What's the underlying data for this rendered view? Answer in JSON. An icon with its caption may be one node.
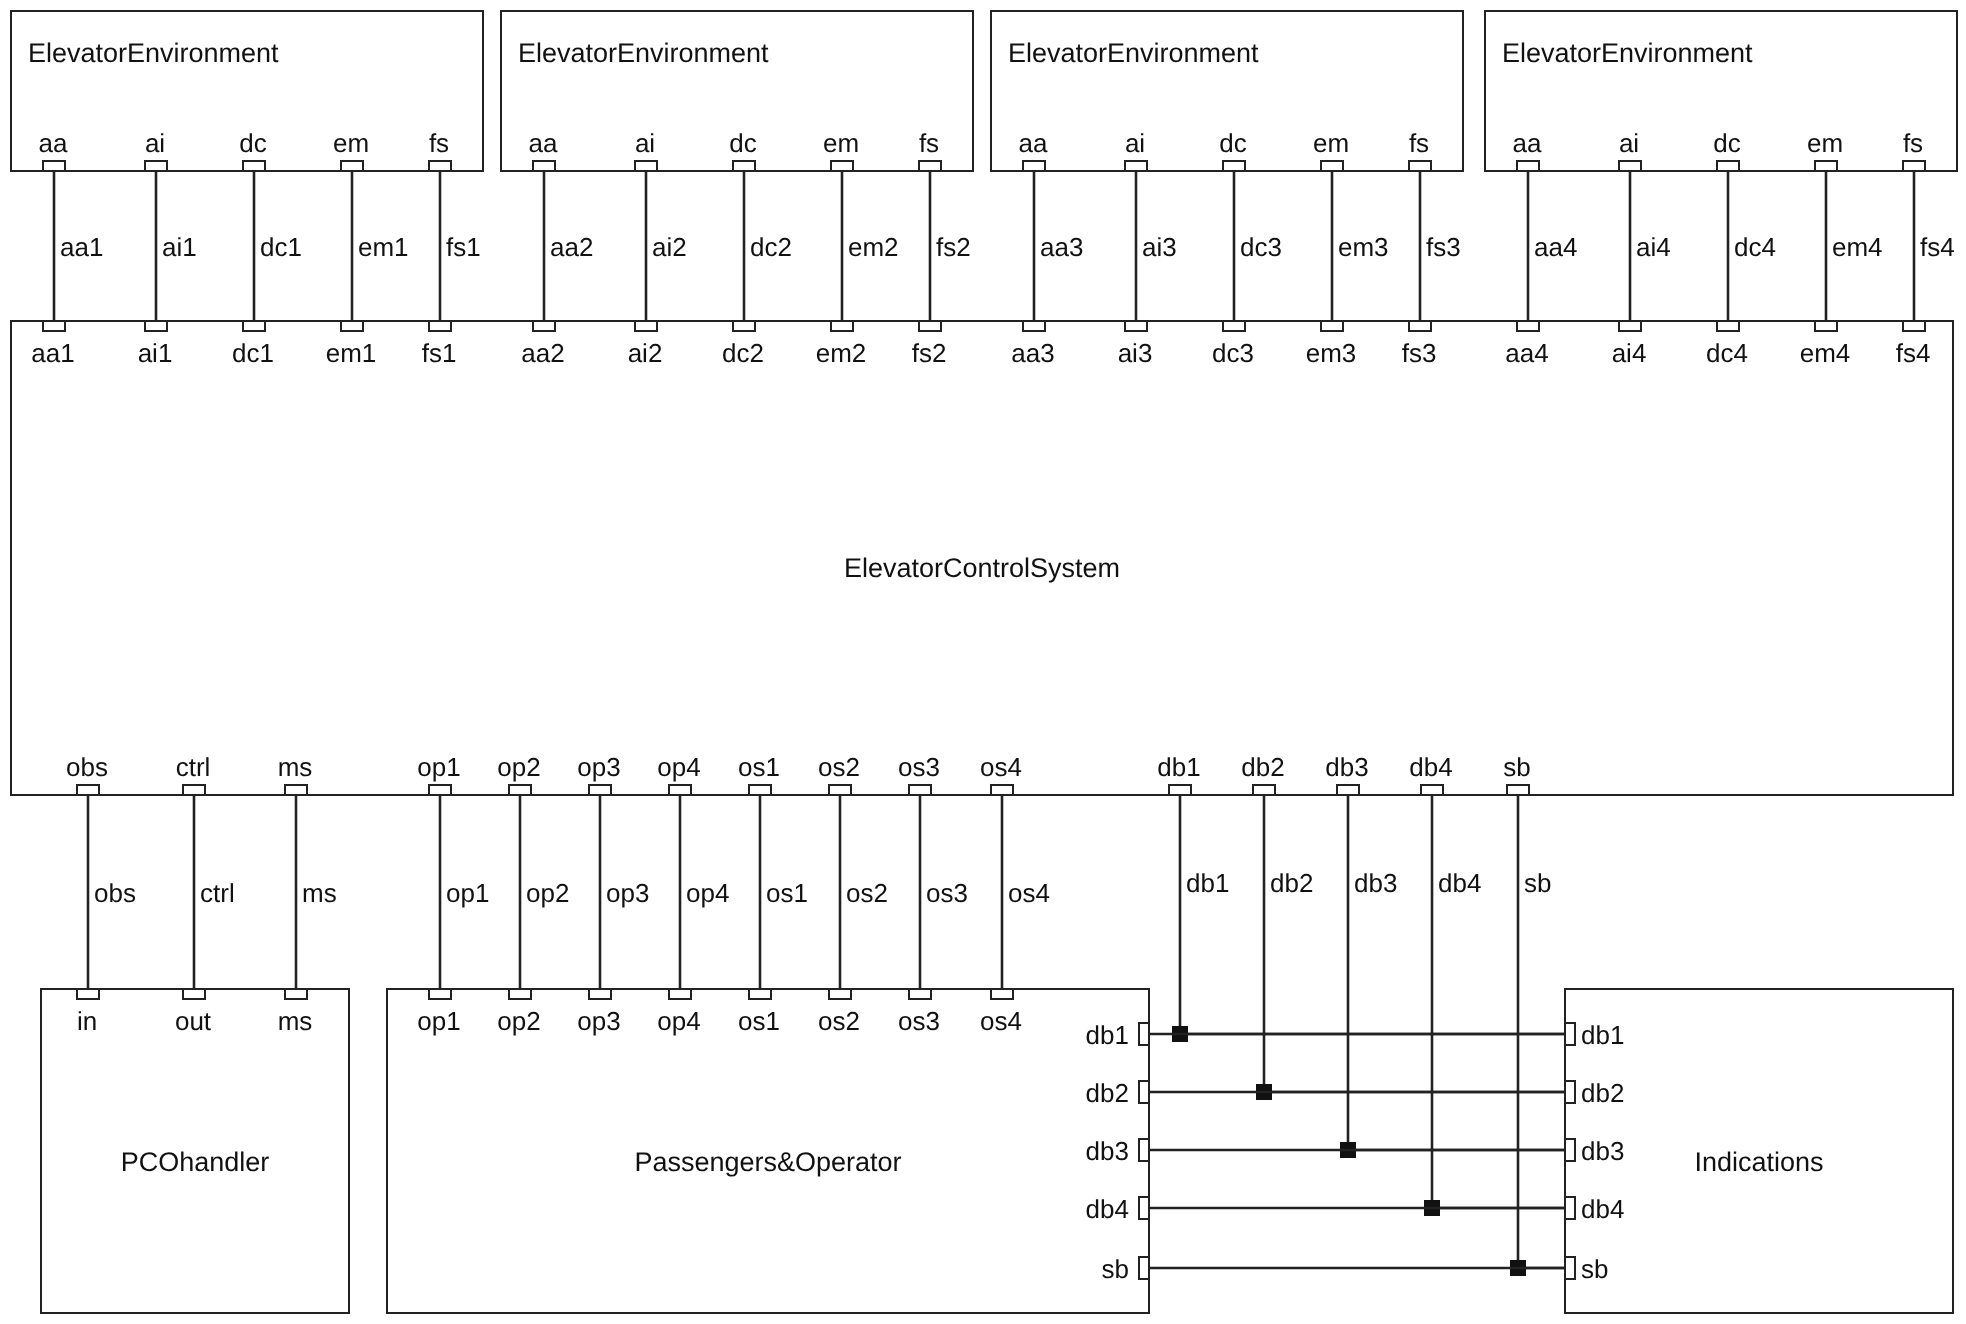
{
  "diagram": {
    "nodes": [
      {
        "text": [
          "ElevatorEnvironment"
        ]
      },
      {
        "text": [],
        "shape": "box",
        "beside": [
          "aa"
        ],
        "in": 0
      },
      {
        "text": [],
        "shape": "box",
        "beside": [
          "ai"
        ],
        "in": 0
      },
      {
        "text": [],
        "shape": "box",
        "beside": [
          "dc"
        ],
        "in": 0
      },
      {
        "text": [],
        "shape": "box",
        "beside": [
          "em"
        ],
        "in": 0
      },
      {
        "text": [],
        "shape": "box",
        "beside": [
          "fs"
        ],
        "in": 0
      },
      {
        "text": [
          "ElevatorEnvironment"
        ]
      },
      {
        "text": [],
        "shape": "box",
        "beside": [
          "aa"
        ],
        "in": 6
      },
      {
        "text": [],
        "shape": "box",
        "beside": [
          "ai"
        ],
        "in": 6
      },
      {
        "text": [],
        "shape": "box",
        "beside": [
          "dc"
        ],
        "in": 6
      },
      {
        "text": [],
        "shape": "box",
        "beside": [
          "em"
        ],
        "in": 6
      },
      {
        "text": [],
        "shape": "box",
        "beside": [
          "fs"
        ],
        "in": 6
      },
      {
        "text": [
          "ElevatorEnvironment"
        ]
      },
      {
        "text": [],
        "shape": "box",
        "beside": [
          "aa"
        ],
        "in": 12
      },
      {
        "text": [],
        "shape": "box",
        "beside": [
          "ai"
        ],
        "in": 12
      },
      {
        "text": [],
        "shape": "box",
        "beside": [
          "dc"
        ],
        "in": 12
      },
      {
        "text": [],
        "shape": "box",
        "beside": [
          "em"
        ],
        "in": 12
      },
      {
        "text": [],
        "shape": "box",
        "beside": [
          "fs"
        ],
        "in": 12
      },
      {
        "text": [
          "ElevatorEnvironment"
        ]
      },
      {
        "text": [],
        "shape": "box",
        "beside": [
          "aa"
        ],
        "in": 18
      },
      {
        "text": [],
        "shape": "box",
        "beside": [
          "ai"
        ],
        "in": 18
      },
      {
        "text": [],
        "shape": "box",
        "beside": [
          "dc"
        ],
        "in": 18
      },
      {
        "text": [],
        "shape": "box",
        "beside": [
          "em"
        ],
        "in": 18
      },
      {
        "text": [],
        "shape": "box",
        "beside": [
          "fs"
        ],
        "in": 18
      },
      {
        "text": [
          "ElevatorControlSystem"
        ]
      },
      {
        "text": [],
        "shape": "box",
        "beside": [
          "aa1"
        ],
        "in": 24
      },
      {
        "text": [],
        "shape": "box",
        "beside": [
          "ai1"
        ],
        "in": 24
      },
      {
        "text": [],
        "shape": "box",
        "beside": [
          "dc1"
        ],
        "in": 24
      },
      {
        "text": [],
        "shape": "box",
        "beside": [
          "em1"
        ],
        "in": 24
      },
      {
        "text": [],
        "shape": "box",
        "beside": [
          "fs1"
        ],
        "in": 24
      },
      {
        "text": [],
        "shape": "box",
        "beside": [
          "aa2"
        ],
        "in": 24
      },
      {
        "text": [],
        "shape": "box",
        "beside": [
          "ai2"
        ],
        "in": 24
      },
      {
        "text": [],
        "shape": "box",
        "beside": [
          "dc2"
        ],
        "in": 24
      },
      {
        "text": [],
        "shape": "box",
        "beside": [
          "em2"
        ],
        "in": 24
      },
      {
        "text": [],
        "shape": "box",
        "beside": [
          "fs2"
        ],
        "in": 24
      },
      {
        "text": [],
        "shape": "box",
        "beside": [
          "aa3"
        ],
        "in": 24
      },
      {
        "text": [],
        "shape": "box",
        "beside": [
          "ai3"
        ],
        "in": 24
      },
      {
        "text": [],
        "shape": "box",
        "beside": [
          "dc3"
        ],
        "in": 24
      },
      {
        "text": [],
        "shape": "box",
        "beside": [
          "em3"
        ],
        "in": 24
      },
      {
        "text": [],
        "shape": "box",
        "beside": [
          "fs3"
        ],
        "in": 24
      },
      {
        "text": [],
        "shape": "box",
        "beside": [
          "aa4"
        ],
        "in": 24
      },
      {
        "text": [],
        "shape": "box",
        "beside": [
          "ai4"
        ],
        "in": 24
      },
      {
        "text": [],
        "shape": "box",
        "beside": [
          "dc4"
        ],
        "in": 24
      },
      {
        "text": [],
        "shape": "box",
        "beside": [
          "em4"
        ],
        "in": 24
      },
      {
        "text": [],
        "shape": "box",
        "beside": [
          "fs4"
        ],
        "in": 24
      },
      {
        "text": [],
        "shape": "box",
        "beside": [
          "obs"
        ],
        "in": 24
      },
      {
        "text": [],
        "shape": "box",
        "beside": [
          "ctrl"
        ],
        "in": 24
      },
      {
        "text": [],
        "shape": "box",
        "beside": [
          "ms"
        ],
        "in": 24
      },
      {
        "text": [],
        "shape": "box",
        "beside": [
          "op1"
        ],
        "in": 24
      },
      {
        "text": [],
        "shape": "box",
        "beside": [
          "op2"
        ],
        "in": 24
      },
      {
        "text": [],
        "shape": "box",
        "beside": [
          "op3"
        ],
        "in": 24
      },
      {
        "text": [],
        "shape": "box",
        "beside": [
          "op4"
        ],
        "in": 24
      },
      {
        "text": [],
        "shape": "box",
        "beside": [
          "os1"
        ],
        "in": 24
      },
      {
        "text": [],
        "shape": "box",
        "beside": [
          "os2"
        ],
        "in": 24
      },
      {
        "text": [],
        "shape": "box",
        "beside": [
          "os3"
        ],
        "in": 24
      },
      {
        "text": [],
        "shape": "box",
        "beside": [
          "os4"
        ],
        "in": 24
      },
      {
        "text": [],
        "shape": "box",
        "beside": [
          "db1"
        ],
        "in": 24
      },
      {
        "text": [],
        "shape": "box",
        "beside": [
          "db2"
        ],
        "in": 24
      },
      {
        "text": [],
        "shape": "box",
        "beside": [
          "db3"
        ],
        "in": 24
      },
      {
        "text": [],
        "shape": "box",
        "beside": [
          "db4"
        ],
        "in": 24
      },
      {
        "text": [],
        "shape": "box",
        "beside": [
          "sb"
        ],
        "in": 24
      },
      {
        "text": [
          "PCOhandler"
        ]
      },
      {
        "text": [],
        "shape": "box",
        "beside": [
          "in"
        ],
        "in": 61
      },
      {
        "text": [],
        "shape": "box",
        "beside": [
          "out"
        ],
        "in": 61
      },
      {
        "text": [],
        "shape": "box",
        "beside": [
          "ms"
        ],
        "in": 61
      },
      {
        "text": [
          "Passengers&Operator"
        ]
      },
      {
        "text": [],
        "shape": "box",
        "beside": [
          "op1"
        ],
        "in": 65
      },
      {
        "text": [],
        "shape": "box",
        "beside": [
          "op2"
        ],
        "in": 65
      },
      {
        "text": [],
        "shape": "box",
        "beside": [
          "op3"
        ],
        "in": 65
      },
      {
        "text": [],
        "shape": "box",
        "beside": [
          "op4"
        ],
        "in": 65
      },
      {
        "text": [],
        "shape": "box",
        "beside": [
          "os1"
        ],
        "in": 65
      },
      {
        "text": [],
        "shape": "box",
        "beside": [
          "os2"
        ],
        "in": 65
      },
      {
        "text": [],
        "shape": "box",
        "beside": [
          "os3"
        ],
        "in": 65
      },
      {
        "text": [],
        "shape": "box",
        "beside": [
          "os4"
        ],
        "in": 65
      },
      {
        "text": [],
        "shape": "box",
        "beside": [
          "db1"
        ],
        "in": 65
      },
      {
        "text": [],
        "shape": "box",
        "beside": [
          "db2"
        ],
        "in": 65
      },
      {
        "text": [],
        "shape": "box",
        "beside": [
          "db3"
        ],
        "in": 65
      },
      {
        "text": [],
        "shape": "box",
        "beside": [
          "db4"
        ],
        "in": 65
      },
      {
        "text": [],
        "shape": "box",
        "beside": [
          "sb"
        ],
        "in": 65
      },
      {
        "text": [
          "Indications"
        ]
      },
      {
        "text": [],
        "shape": "box",
        "beside": [
          "db1"
        ],
        "in": 79
      },
      {
        "text": [],
        "shape": "box",
        "beside": [
          "db2"
        ],
        "in": 79
      },
      {
        "text": [],
        "shape": "box",
        "beside": [
          "db3"
        ],
        "in": 79
      },
      {
        "text": [],
        "shape": "box",
        "beside": [
          "db4"
        ],
        "in": 79
      },
      {
        "text": [],
        "shape": "box",
        "beside": [
          "sb"
        ],
        "in": 79
      }
    ],
    "edges": [
      {
        "from": 1,
        "to": 25,
        "arrow": "none",
        "label": "aa1"
      },
      {
        "from": 2,
        "to": 26,
        "arrow": "none",
        "label": "ai1"
      },
      {
        "from": 3,
        "to": 27,
        "arrow": "none",
        "label": "dc1"
      },
      {
        "from": 4,
        "to": 28,
        "arrow": "none",
        "label": "em1"
      },
      {
        "from": 5,
        "to": 29,
        "arrow": "none",
        "label": "fs1"
      },
      {
        "from": 7,
        "to": 30,
        "arrow": "none",
        "label": "aa2"
      },
      {
        "from": 8,
        "to": 31,
        "arrow": "none",
        "label": "ai2"
      },
      {
        "from": 9,
        "to": 32,
        "arrow": "none",
        "label": "dc2"
      },
      {
        "from": 10,
        "to": 33,
        "arrow": "none",
        "label": "em2"
      },
      {
        "from": 11,
        "to": 34,
        "arrow": "none",
        "label": "fs2"
      },
      {
        "from": 13,
        "to": 35,
        "arrow": "none",
        "label": "aa3"
      },
      {
        "from": 14,
        "to": 36,
        "arrow": "none",
        "label": "ai3"
      },
      {
        "from": 15,
        "to": 37,
        "arrow": "none",
        "label": "dc3"
      },
      {
        "from": 16,
        "to": 38,
        "arrow": "none",
        "label": "em3"
      },
      {
        "from": 17,
        "to": 39,
        "arrow": "none",
        "label": "fs3"
      },
      {
        "from": 19,
        "to": 40,
        "arrow": "none",
        "label": "aa4"
      },
      {
        "from": 20,
        "to": 41,
        "arrow": "none",
        "label": "ai4"
      },
      {
        "from": 21,
        "to": 42,
        "arrow": "none",
        "label": "dc4"
      },
      {
        "from": 22,
        "to": 43,
        "arrow": "none",
        "label": "em4"
      },
      {
        "from": 23,
        "to": 44,
        "arrow": "none",
        "label": "fs4"
      },
      {
        "from": 45,
        "to": 62,
        "arrow": "none",
        "label": "obs"
      },
      {
        "from": 46,
        "to": 63,
        "arrow": "none",
        "label": "ctrl"
      },
      {
        "from": 47,
        "to": 64,
        "arrow": "none",
        "label": "ms"
      },
      {
        "from": 48,
        "to": 66,
        "arrow": "none",
        "label": "op1"
      },
      {
        "from": 49,
        "to": 67,
        "arrow": "none",
        "label": "op2"
      },
      {
        "from": 50,
        "to": 68,
        "arrow": "none",
        "label": "op3"
      },
      {
        "from": 51,
        "to": 69,
        "arrow": "none",
        "label": "op4"
      },
      {
        "from": 52,
        "to": 70,
        "arrow": "none",
        "label": "os1"
      },
      {
        "from": 53,
        "to": 71,
        "arrow": "none",
        "label": "os2"
      },
      {
        "from": 54,
        "to": 72,
        "arrow": "none",
        "label": "os3"
      },
      {
        "from": 55,
        "to": 73,
        "arrow": "none",
        "label": "os4"
      },
      {
        "from": 56,
        "to": 80,
        "arrow": "none",
        "label": "db1"
      },
      {
        "from": 57,
        "to": 81,
        "arrow": "none",
        "label": "db2"
      },
      {
        "from": 58,
        "to": 82,
        "arrow": "none",
        "label": "db3"
      },
      {
        "from": 59,
        "to": 83,
        "arrow": "none",
        "label": "db4"
      },
      {
        "from": 60,
        "to": 84,
        "arrow": "none",
        "label": "sb"
      },
      {
        "from": 74,
        "to": 80,
        "arrow": "none"
      },
      {
        "from": 75,
        "to": 81,
        "arrow": "none"
      },
      {
        "from": 76,
        "to": 82,
        "arrow": "none"
      },
      {
        "from": 77,
        "to": 83,
        "arrow": "none"
      },
      {
        "from": 78,
        "to": 84,
        "arrow": "none"
      }
    ]
  }
}
